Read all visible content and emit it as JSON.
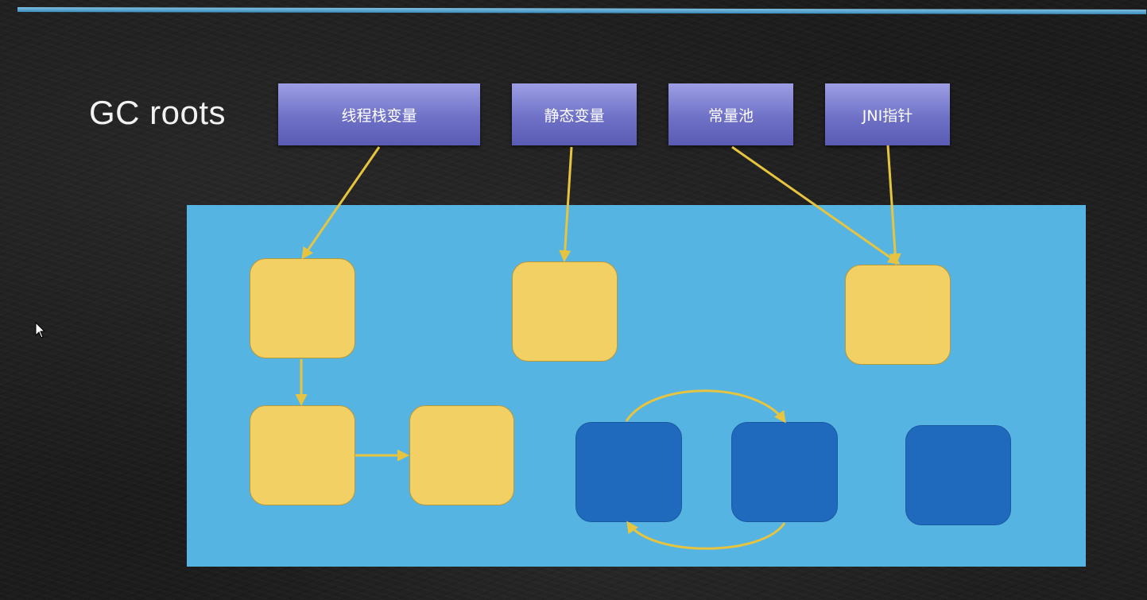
{
  "title": "GC roots",
  "roots": [
    {
      "id": "thread-stack",
      "label": "线程栈变量"
    },
    {
      "id": "static",
      "label": "静态变量"
    },
    {
      "id": "constant-pool",
      "label": "常量池"
    },
    {
      "id": "jni",
      "label": "JNI指针"
    }
  ],
  "colors": {
    "board": "#1c1c1c",
    "root_fill": "#7577cc",
    "heap_fill": "#56b4e3",
    "reachable_object": "#f3d063",
    "unreachable_object": "#1f6abd",
    "arrow": "#e6c440"
  }
}
